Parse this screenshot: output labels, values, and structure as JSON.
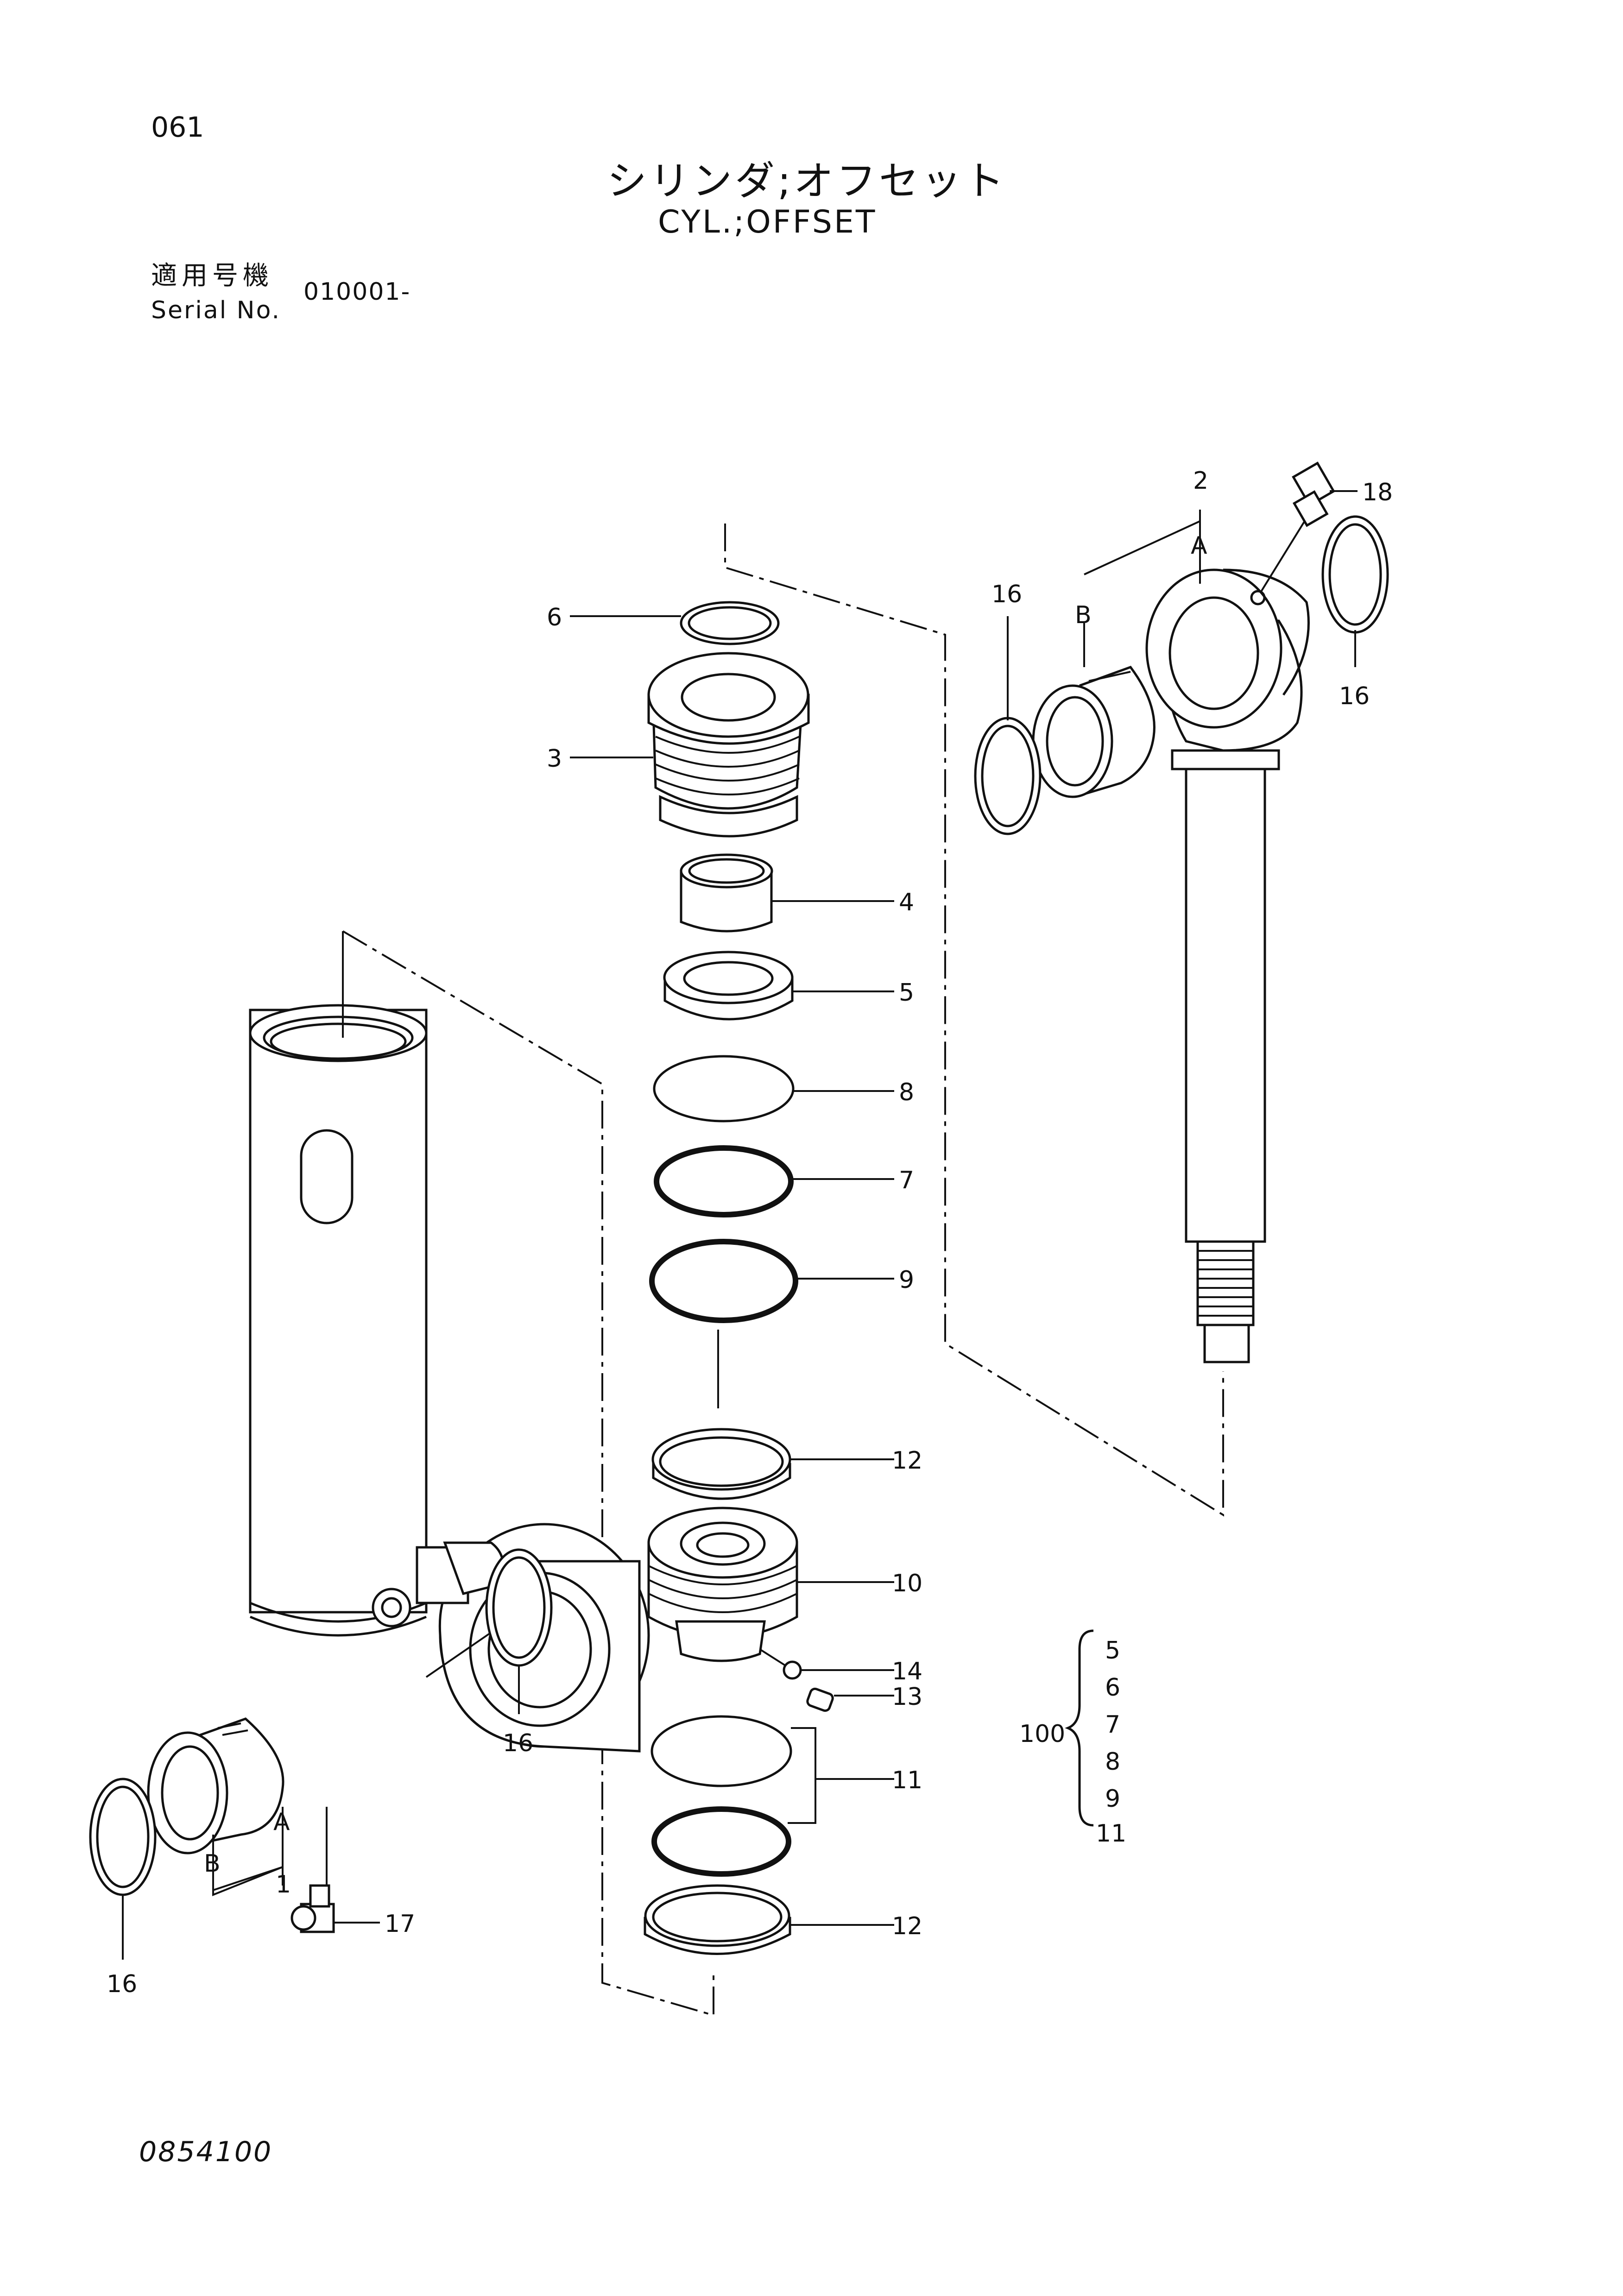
{
  "page_number": "061",
  "title_jp": "シリンダ;オフセット",
  "title_en": "CYL.;OFFSET",
  "serial": {
    "label_jp": "適用号機",
    "label_en": "Serial No.",
    "value": "010001-"
  },
  "drawing_number": "0854100",
  "callouts": {
    "c1": "1",
    "c2": "2",
    "c3": "3",
    "c4": "4",
    "c5": "5",
    "c6": "6",
    "c7": "7",
    "c8": "8",
    "c9": "9",
    "c10": "10",
    "c11": "11",
    "c12a": "12",
    "c12b": "12",
    "c13": "13",
    "c14": "14",
    "c16a": "16",
    "c16b": "16",
    "c16c": "16",
    "c16d": "16",
    "c17": "17",
    "c18": "18",
    "a1": "A",
    "a2": "A",
    "b1": "B",
    "b2": "B"
  },
  "kit": {
    "number": "100",
    "items": [
      "5",
      "6",
      "7",
      "8",
      "9",
      "11"
    ]
  }
}
